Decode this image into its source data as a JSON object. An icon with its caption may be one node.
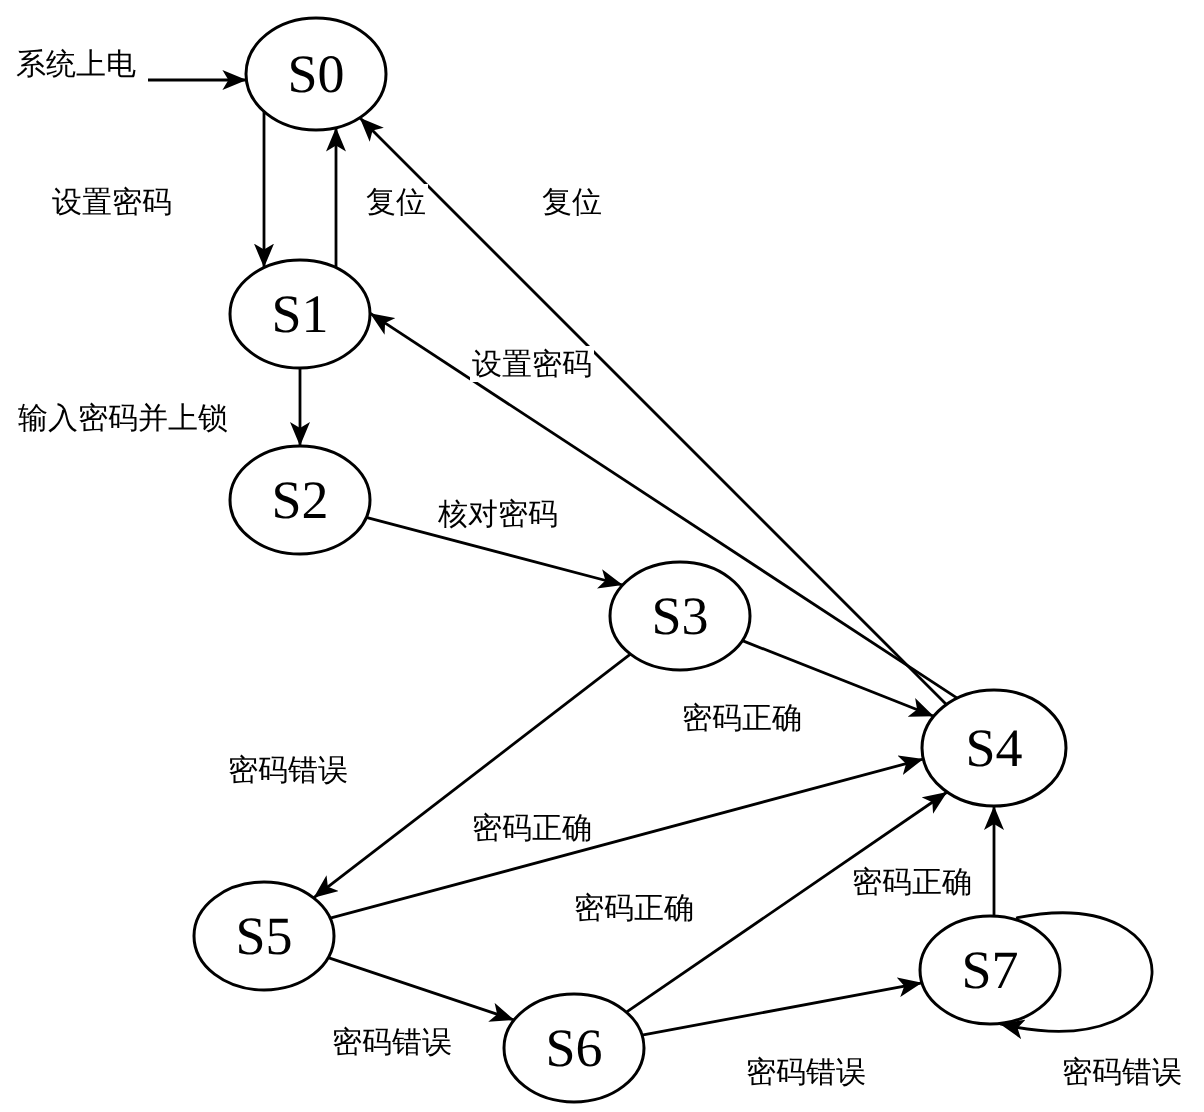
{
  "diagram": {
    "nodes": [
      {
        "text": [
          "系统上电"
        ]
      },
      {
        "text": [
          "S0"
        ]
      },
      {
        "text": [
          "S1"
        ]
      },
      {
        "text": [
          "S2"
        ]
      },
      {
        "text": [
          "S3"
        ]
      },
      {
        "text": [
          "S4"
        ]
      },
      {
        "text": [
          "S5"
        ]
      },
      {
        "text": [
          "S6"
        ]
      },
      {
        "text": [
          "S7"
        ]
      }
    ],
    "edges": [
      {
        "from": 0,
        "to": 1,
        "arrow": "to"
      },
      {
        "from": 1,
        "to": 2,
        "arrow": "to",
        "label": "设置密码"
      },
      {
        "from": 2,
        "to": 1,
        "arrow": "to",
        "label": "复位"
      },
      {
        "from": 5,
        "to": 1,
        "arrow": "to",
        "label": "复位"
      },
      {
        "from": 5,
        "to": 2,
        "arrow": "to",
        "label": "设置密码"
      },
      {
        "from": 2,
        "to": 3,
        "arrow": "to",
        "label": "输入密码并上锁"
      },
      {
        "from": 3,
        "to": 4,
        "arrow": "to",
        "label": "核对密码"
      },
      {
        "from": 4,
        "to": 5,
        "arrow": "to",
        "label": "密码正确"
      },
      {
        "from": 4,
        "to": 6,
        "arrow": "to",
        "label": "密码错误"
      },
      {
        "from": 6,
        "to": 5,
        "arrow": "to",
        "label": "密码正确"
      },
      {
        "from": 6,
        "to": 7,
        "arrow": "to",
        "label": "密码错误"
      },
      {
        "from": 7,
        "to": 5,
        "arrow": "to",
        "label": "密码正确"
      },
      {
        "from": 7,
        "to": 8,
        "arrow": "to",
        "label": "密码错误"
      },
      {
        "from": 8,
        "to": 5,
        "arrow": "to",
        "label": "密码正确"
      },
      {
        "from": 8,
        "to": 8,
        "arrow": "to",
        "label": "密码错误"
      }
    ]
  }
}
